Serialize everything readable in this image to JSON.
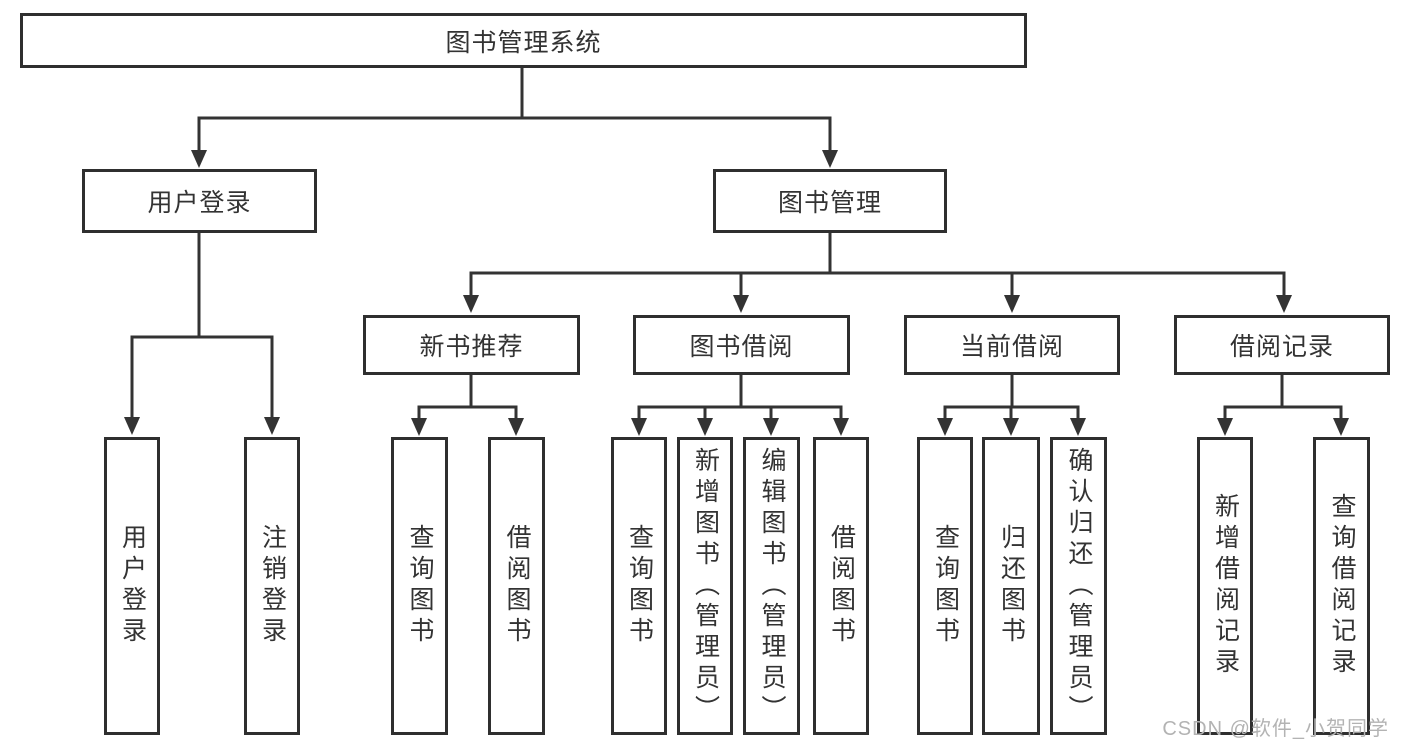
{
  "diagram": {
    "root": {
      "label": "图书管理系统"
    },
    "level2": [
      {
        "label": "用户登录"
      },
      {
        "label": "图书管理"
      }
    ],
    "level3": [
      {
        "label": "新书推荐"
      },
      {
        "label": "图书借阅"
      },
      {
        "label": "当前借阅"
      },
      {
        "label": "借阅记录"
      }
    ],
    "leaves": {
      "user_login": [
        {
          "label": "用户登录"
        },
        {
          "label": "注销登录"
        }
      ],
      "new_book": [
        {
          "label": "查询图书"
        },
        {
          "label": "借阅图书"
        }
      ],
      "book_borrow": [
        {
          "label": "查询图书"
        },
        {
          "label": "新增图书（管理员）"
        },
        {
          "label": "编辑图书（管理员）"
        },
        {
          "label": "借阅图书"
        }
      ],
      "current_borrow": [
        {
          "label": "查询图书"
        },
        {
          "label": "归还图书"
        },
        {
          "label": "确认归还（管理员）"
        }
      ],
      "borrow_records": [
        {
          "label": "新增借阅记录"
        },
        {
          "label": "查询借阅记录"
        }
      ]
    }
  },
  "watermark": "CSDN @软件_小贺同学",
  "colors": {
    "line": "#333333",
    "text": "#333333",
    "box_background": "#ffffff",
    "page_background": "#ffffff",
    "watermark": "#b3b3b3"
  }
}
